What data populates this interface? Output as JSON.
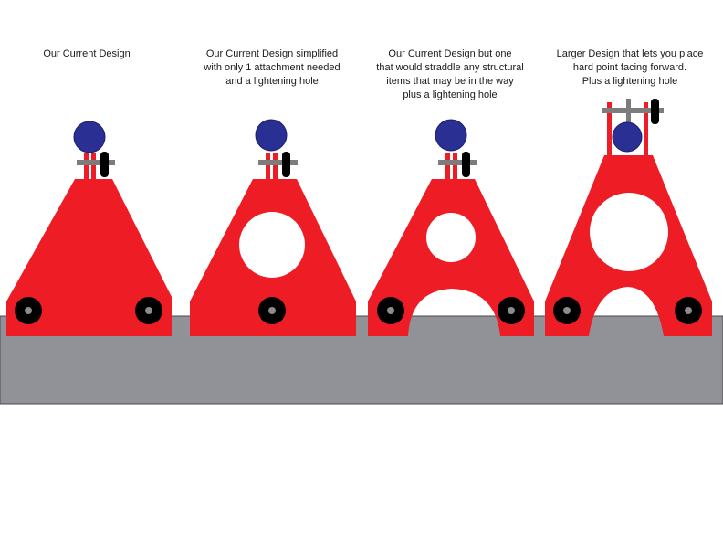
{
  "colors": {
    "bracket": "#ee1c24",
    "surface": "#909298",
    "surface_stroke": "#4b4b4b",
    "hard_point": "#2a2f94",
    "bolt_outer": "#000000",
    "bolt_inner": "#8c8c8c",
    "bar": "#7c7c7c",
    "cutout": "#ffffff"
  },
  "designs": [
    {
      "caption_lines": [
        "Our Current Design"
      ]
    },
    {
      "caption_lines": [
        "Our Current Design simplified",
        "with only 1 attachment needed",
        "and a lightening hole"
      ]
    },
    {
      "caption_lines": [
        "Our Current Design but one",
        "that would straddle any structural",
        "items  that may be in the way",
        "plus a lightening hole"
      ]
    },
    {
      "caption_lines": [
        "Larger Design that lets you place",
        "hard point facing forward.",
        "Plus a lightening hole"
      ]
    }
  ]
}
